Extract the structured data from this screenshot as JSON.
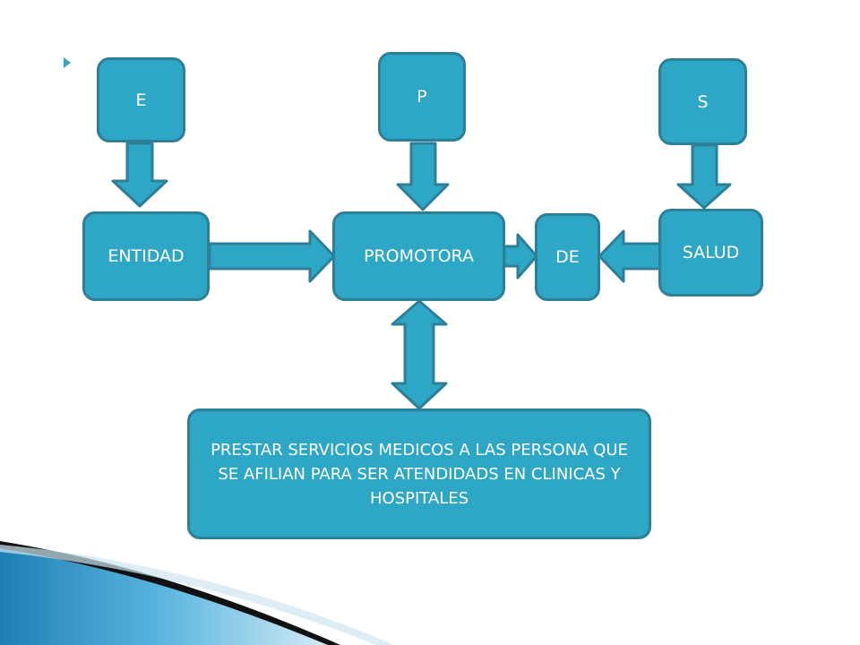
{
  "colors": {
    "box_fill": "#2ea6c6",
    "box_border": "#2d7f97",
    "accent": "#2ea6c6"
  },
  "icons": {
    "bullet": "triangle-right-icon"
  },
  "letters": {
    "e": "E",
    "p": "P",
    "s": "S"
  },
  "words": {
    "entidad": "ENTIDAD",
    "promotora": "PROMOTORA",
    "de": "DE",
    "salud": "SALUD"
  },
  "description": "PRESTAR SERVICIOS MEDICOS A LAS PERSONA QUE SE AFILIAN  PARA SER ATENDIDADS EN CLINICAS Y HOSPITALES"
}
